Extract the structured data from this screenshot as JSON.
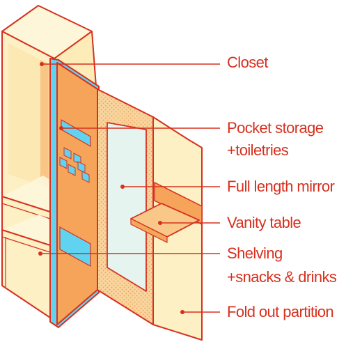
{
  "labels": {
    "closet": "Closet",
    "pocket_storage": "Pocket storage",
    "toiletries": "+toiletries",
    "mirror": "Full length mirror",
    "vanity": "Vanity table",
    "shelving": "Shelving",
    "snacks": "+snacks & drinks",
    "partition": "Fold out partition"
  },
  "colors": {
    "accent": "#d7301f",
    "cream": "#fdf0c4",
    "cream_dark": "#f8e3a6",
    "orange": "#f7a45b",
    "orange_light": "#fbc98f",
    "cyan": "#5fd3ef",
    "mirror": "#e6f4ef",
    "peach": "#f7d09c",
    "vanity": "#f9c889"
  }
}
